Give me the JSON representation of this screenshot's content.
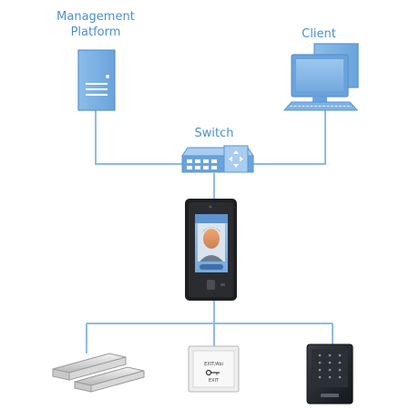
{
  "nodes": {
    "management_platform": {
      "line1": "Management",
      "line2": "Platform"
    },
    "client": {
      "label": "Client"
    },
    "switch": {
      "label": "Switch"
    },
    "exit_button": {
      "line1": "EXIT/Abi",
      "line2": "EXIT"
    }
  },
  "colors": {
    "label": "#4a8fd1",
    "device_fill": "#7fb3e3",
    "device_stroke": "#5a93cc",
    "connector": "#8fbbe3"
  },
  "icons": [
    "server-tower-icon",
    "desktop-computer-icon",
    "network-switch-icon",
    "face-recognition-terminal-icon",
    "magnetic-lock-icon",
    "exit-button-icon",
    "card-reader-icon"
  ]
}
